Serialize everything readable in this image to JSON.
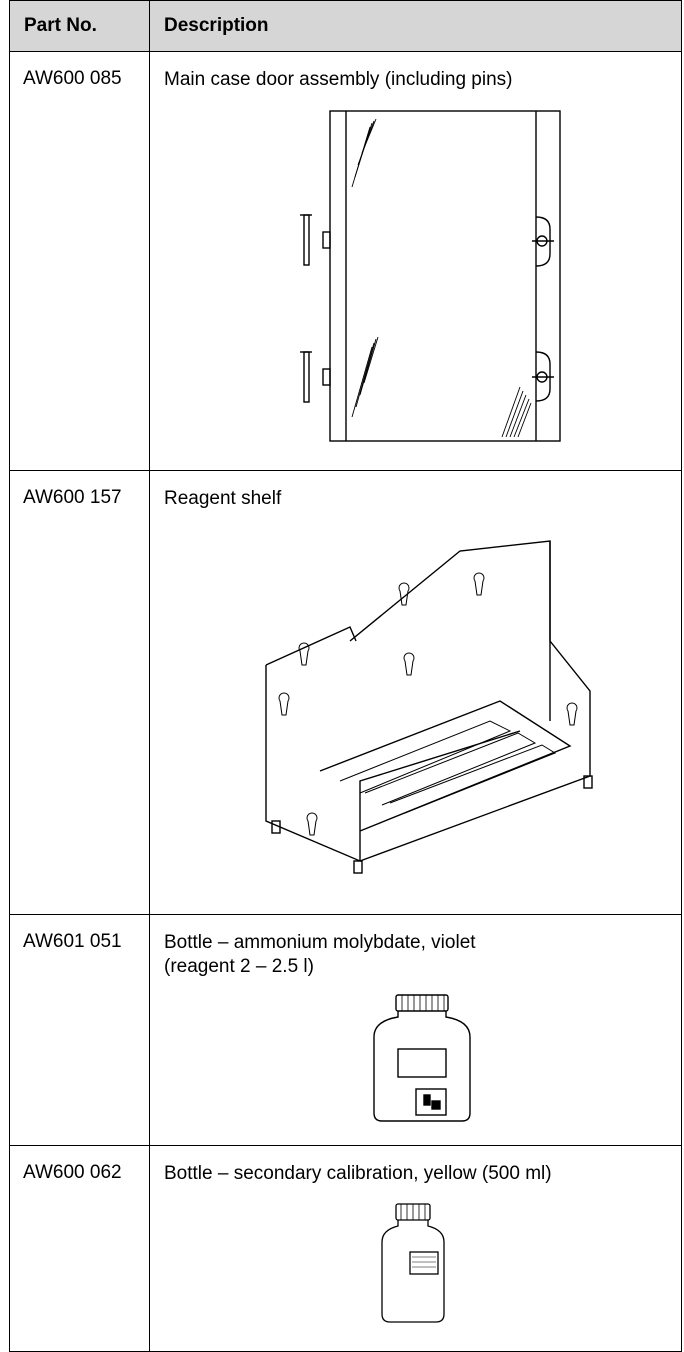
{
  "table": {
    "headers": {
      "part_no": "Part No.",
      "description": "Description"
    },
    "rows": [
      {
        "part_no": "AW600 085",
        "description": "Main case door assembly (including pins)",
        "image": "door-assembly-illustration"
      },
      {
        "part_no": "AW600 157",
        "description": "Reagent shelf",
        "image": "reagent-shelf-illustration"
      },
      {
        "part_no": "AW601 051",
        "description": "Bottle – ammonium molybdate, violet",
        "description_line2": "(reagent 2 – 2.5 l)",
        "image": "large-bottle-illustration"
      },
      {
        "part_no": "AW600 062",
        "description": "Bottle – secondary calibration, yellow (500 ml)",
        "image": "small-bottle-illustration"
      }
    ]
  }
}
